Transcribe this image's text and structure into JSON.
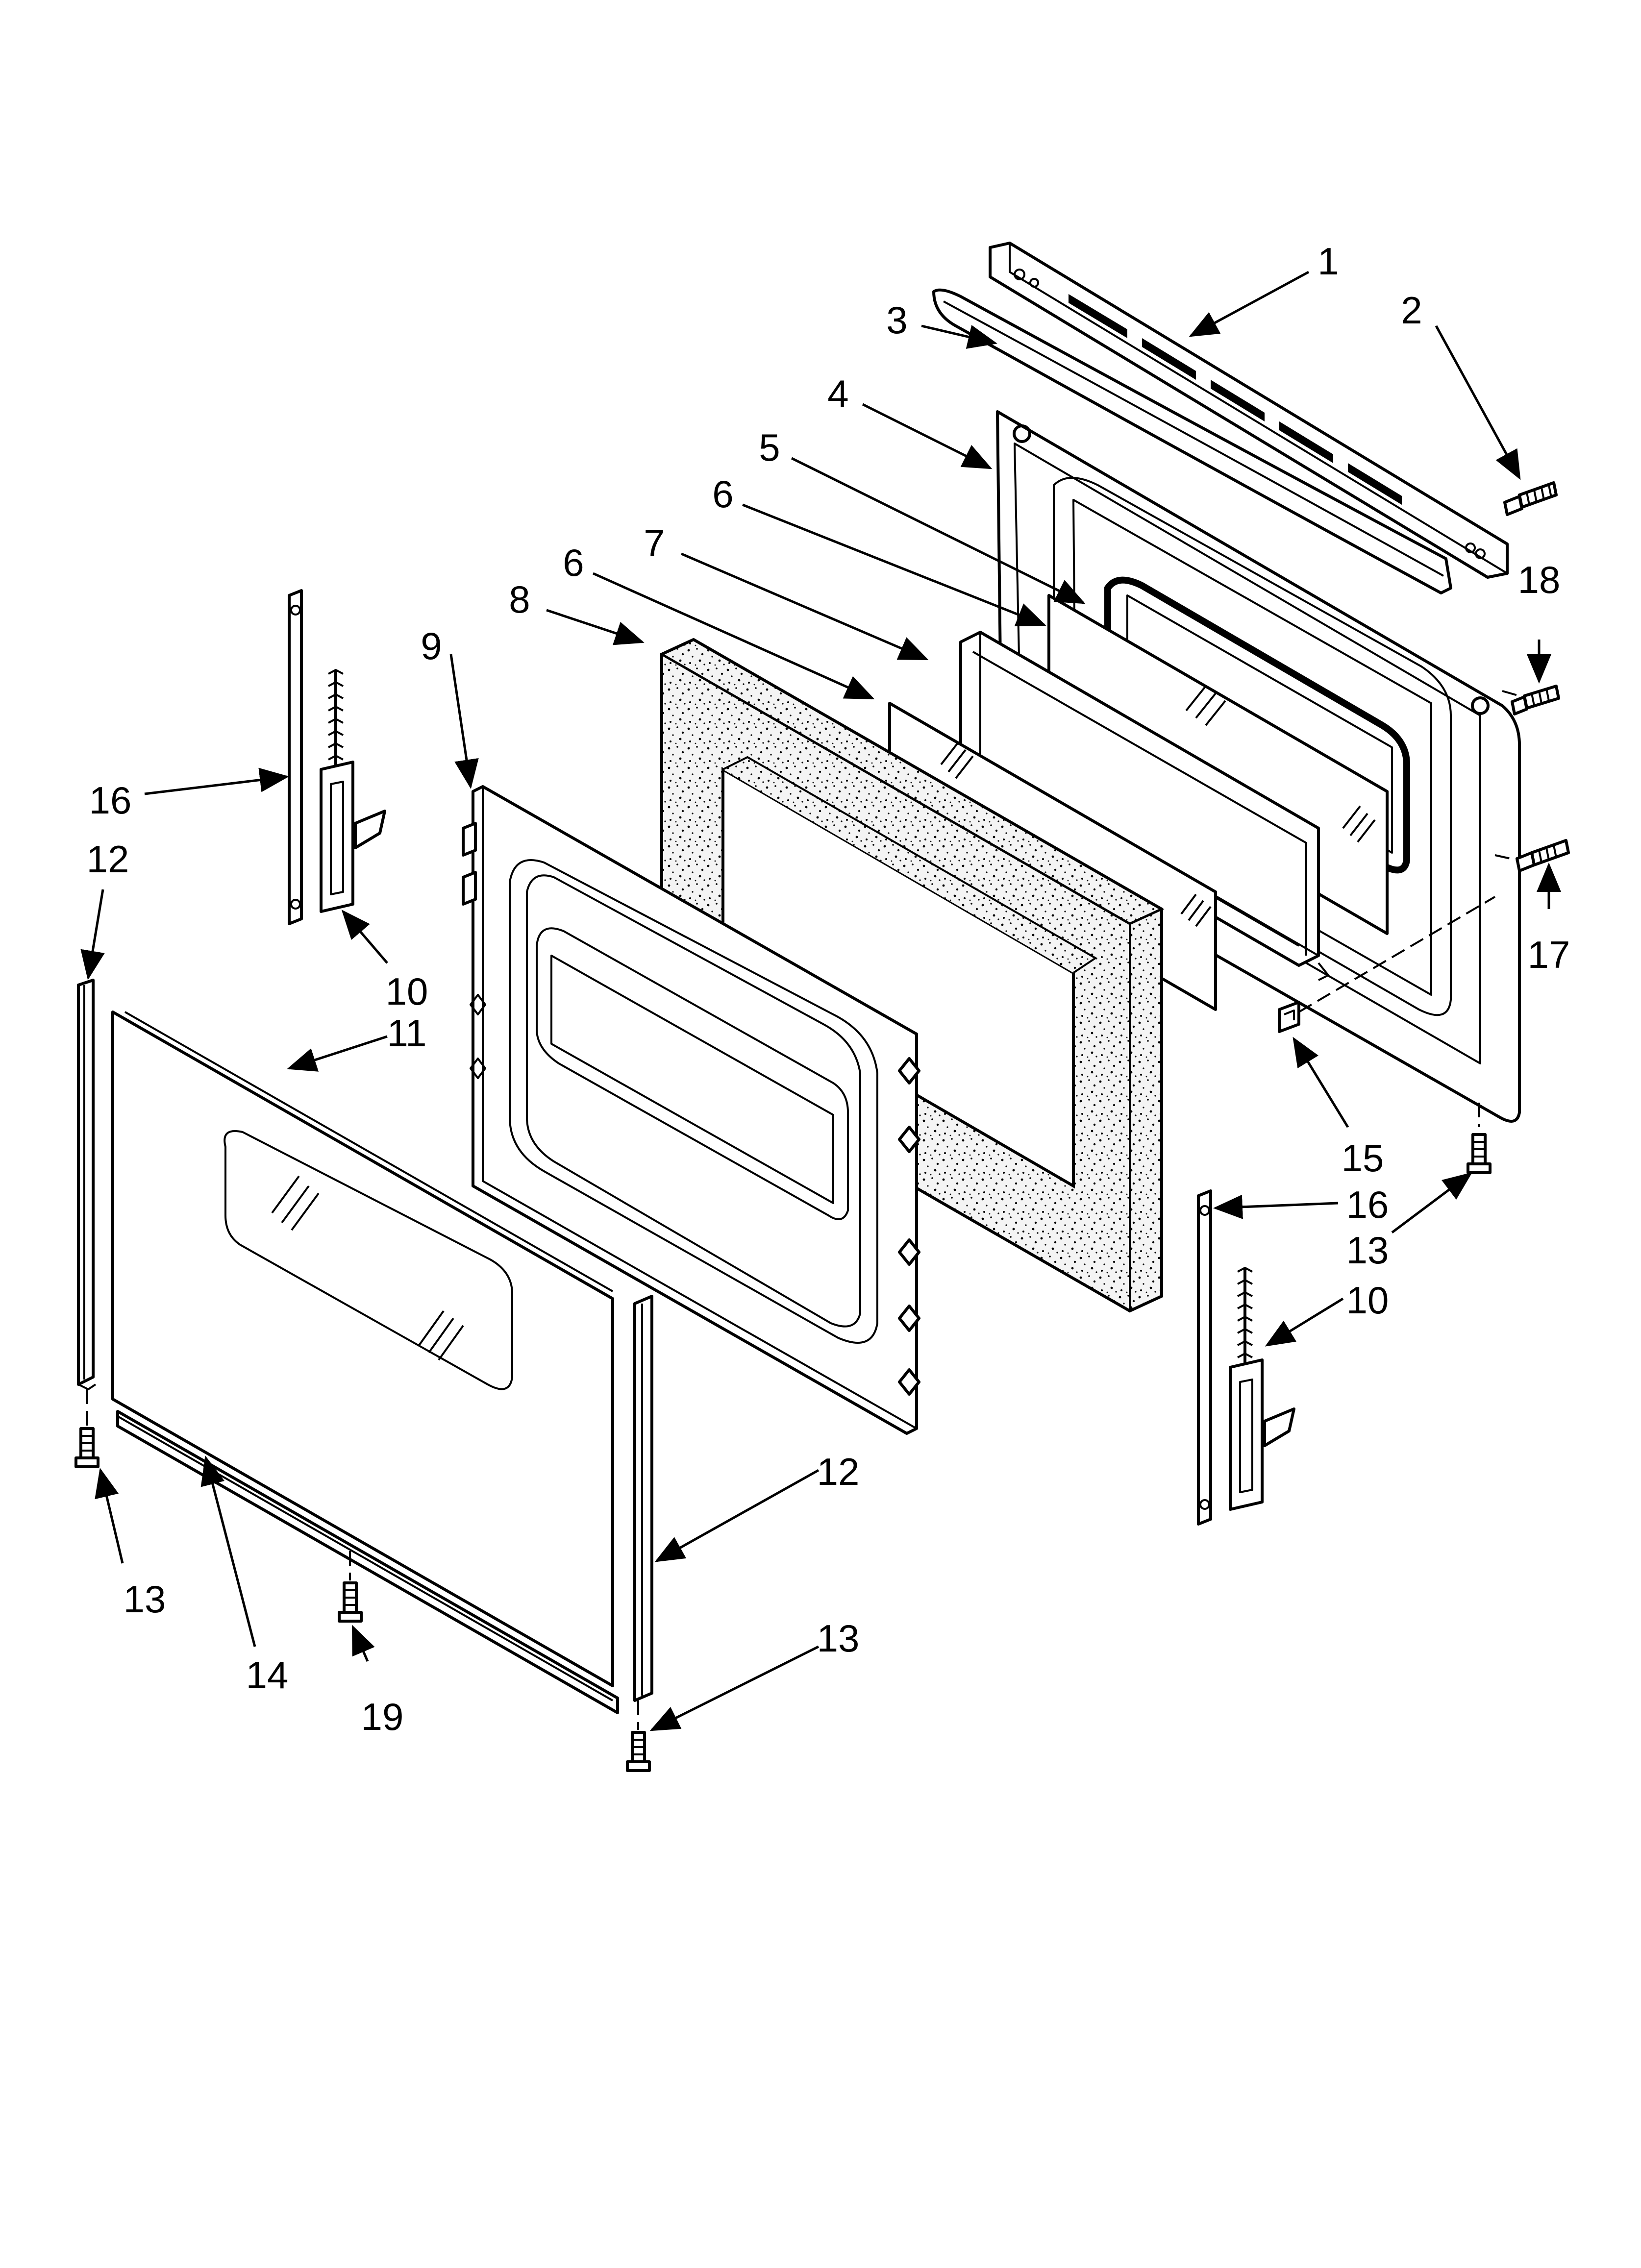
{
  "diagram": {
    "callouts": [
      "1",
      "2",
      "3",
      "4",
      "5",
      "6",
      "7",
      "6",
      "8",
      "9",
      "16",
      "12",
      "10",
      "11",
      "18",
      "17",
      "15",
      "16",
      "13",
      "10",
      "12",
      "13",
      "13",
      "14",
      "19"
    ]
  }
}
